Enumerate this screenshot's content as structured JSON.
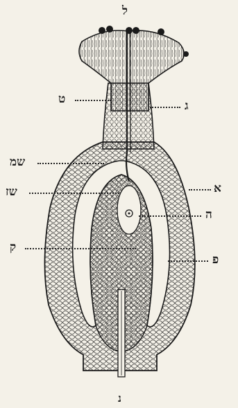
{
  "figure": {
    "caption": "נ",
    "labels": {
      "top": "ל",
      "stylus": "ט",
      "neck_right": "ג",
      "outer_left": "שמ",
      "outer_right": "א",
      "inner_left": "שז",
      "inner_right": "ה",
      "lower_left": "ק",
      "lower_right": "פ"
    }
  }
}
